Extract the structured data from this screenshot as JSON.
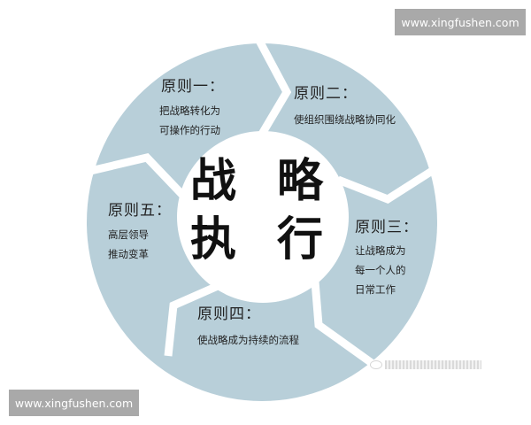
{
  "diagram": {
    "type": "cycle",
    "center_title": {
      "line1": "战 略",
      "line2": "执 行"
    },
    "ring_color": "#b8cfd9",
    "gap_color": "#ffffff",
    "principles": [
      {
        "title": "原则一：",
        "lines": [
          "把战略转化为",
          "可操作的行动"
        ]
      },
      {
        "title": "原则二：",
        "lines": [
          "使组织围绕战略协同化"
        ]
      },
      {
        "title": "原则三：",
        "lines": [
          "让战略成为",
          "每一个人的",
          "日常工作"
        ]
      },
      {
        "title": "原则四：",
        "lines": [
          "使战略成为持续的流程"
        ]
      },
      {
        "title": "原则五：",
        "lines": [
          "高层领导",
          "推动变革"
        ]
      }
    ],
    "flow_direction": "clockwise"
  },
  "watermarks": {
    "top_right": "www.xingfushen.com",
    "bottom_left": "www.xingfushen.com",
    "faded_logo_icon": "wechat-icon"
  }
}
